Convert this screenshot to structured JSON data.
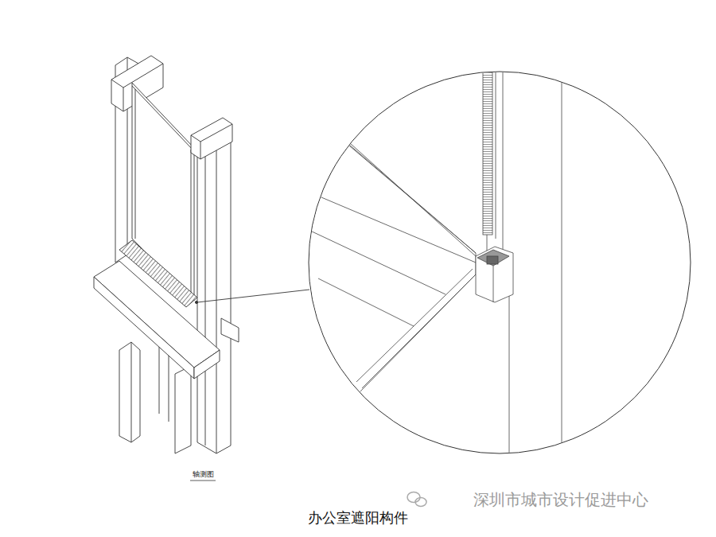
{
  "diagram": {
    "caption": "办公室遮阳构件",
    "labels": [
      "轴测图",
      "深圳市城市设计促进中心"
    ]
  }
}
